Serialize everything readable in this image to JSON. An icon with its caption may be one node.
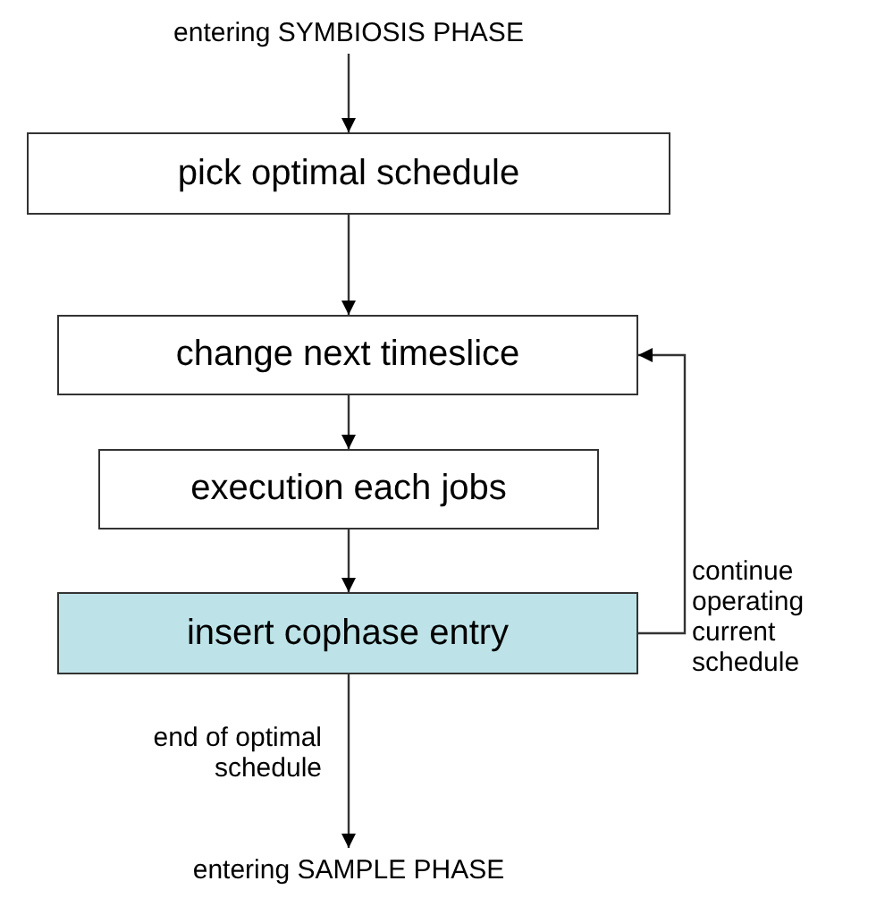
{
  "diagram": {
    "nodes": [
      {
        "text": [
          "entering SYMBIOSIS PHASE"
        ]
      },
      {
        "text": [
          "pick optimal schedule"
        ]
      },
      {
        "text": [
          "change next timeslice"
        ]
      },
      {
        "text": [
          "execution each jobs"
        ]
      },
      {
        "text": [
          "insert cophase entry"
        ]
      },
      {
        "text": [
          "entering SAMPLE PHASE"
        ]
      }
    ],
    "edges": [
      {
        "from": 0,
        "to": 1,
        "arrow": "to"
      },
      {
        "from": 1,
        "to": 2,
        "arrow": "to"
      },
      {
        "from": 2,
        "to": 3,
        "arrow": "to"
      },
      {
        "from": 3,
        "to": 4,
        "arrow": "to"
      },
      {
        "from": 4,
        "to": 2,
        "arrow": "to",
        "label": "continue operating current schedule"
      },
      {
        "from": 4,
        "to": 5,
        "arrow": "to",
        "label": "end of optimal schedule"
      }
    ]
  }
}
